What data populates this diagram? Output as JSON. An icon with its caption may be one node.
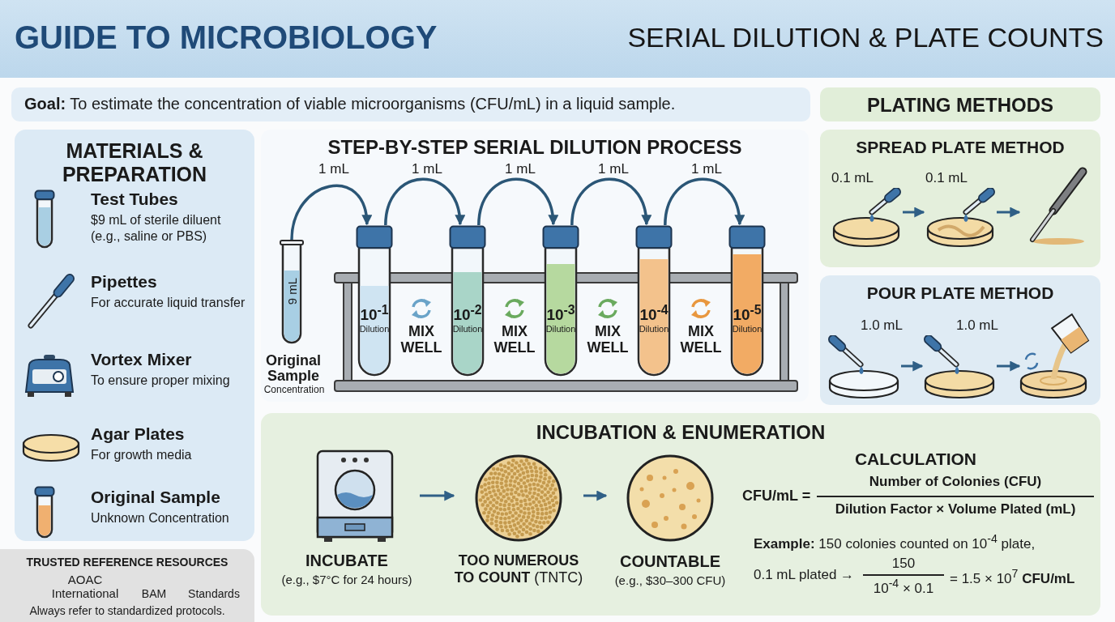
{
  "diagram": {
    "nodes": [
      {
        "text": [
          "GUIDE TO MICROBIOLOGY",
          "SERIAL DILUTION & PLATE COUNTS"
        ]
      },
      {
        "text": [
          "**Goal:** To estimate the concentration of viable microorganisms (CFU/mL) in a liquid sample."
        ]
      },
      {
        "text": [
          "MATERIALS & PREPARATION"
        ]
      },
      {
        "text": [
          "Test Tubes",
          "$9 mL of sterile diluent (e.g., saline or PBS)"
        ],
        "in": 2
      },
      {
        "text": [
          "Pipettes",
          "For accurate liquid transfer"
        ],
        "in": 2
      },
      {
        "text": [
          "Vortex Mixer",
          "To ensure proper mixing"
        ],
        "in": 2
      },
      {
        "text": [
          "Agar Plates",
          "For growth media"
        ],
        "in": 2
      },
      {
        "text": [
          "Original Sample",
          "Unknown Concentration"
        ],
        "in": 2
      },
      {
        "text": [
          "TRUSTED REFERENCE RESOURCES",
          "AOAC International",
          "BAM",
          "Standards",
          "Always refer to standardized protocols."
        ]
      },
      {
        "text": [
          "STEP-BY-STEP SERIAL DILUTION PROCESS"
        ]
      },
      {
        "text": [
          "9 mL"
        ],
        "beside": [
          "Original Sample",
          "Concentration"
        ],
        "in": 9
      },
      {
        "text": [
          "10$^{-1}$",
          "Dilution"
        ],
        "in": 9
      },
      {
        "text": [
          "10$^{-2}$",
          "Dilution"
        ],
        "in": 9
      },
      {
        "text": [
          "10$^{-3}$",
          "Dilution"
        ],
        "in": 9
      },
      {
        "text": [
          "10$^{-4}$",
          "Dilution"
        ],
        "in": 9
      },
      {
        "text": [
          "10$^{-5}$",
          "Dilution"
        ],
        "in": 9
      },
      {
        "text": [
          "PLATING METHODS"
        ]
      },
      {
        "text": [
          "SPREAD PLATE METHOD"
        ]
      },
      {
        "text": [],
        "shape": "picture",
        "beside": [
          "0.1 mL"
        ],
        "in": 17
      },
      {
        "text": [],
        "shape": "picture",
        "beside": [
          "0.1 mL"
        ],
        "in": 17
      },
      {
        "text": [],
        "shape": "picture",
        "in": 17
      },
      {
        "text": [
          "POUR PLATE METHOD"
        ]
      },
      {
        "text": [],
        "shape": "picture",
        "beside": [
          "1.0 mL"
        ],
        "in": 21
      },
      {
        "text": [],
        "shape": "picture",
        "beside": [
          "1.0 mL"
        ],
        "in": 21
      },
      {
        "text": [],
        "shape": "picture",
        "in": 21
      },
      {
        "text": [
          "INCUBATION & ENUMERATION"
        ]
      },
      {
        "text": [
          "INCUBATE",
          "(e.g., $7°C for 24 hours)"
        ],
        "in": 25
      },
      {
        "text": [
          "**TOO NUMEROUS TO COUNT** (TNTC)"
        ],
        "in": 25
      },
      {
        "text": [
          "COUNTABLE",
          "(e.g., $30–300 CFU)"
        ],
        "in": 25
      }
    ],
    "edges": [
      {
        "from": 10,
        "to": 11,
        "arrow": "to",
        "label": "1 mL"
      },
      {
        "from": 11,
        "to": 12,
        "arrow": "to",
        "label": "1 mL"
      },
      {
        "from": 12,
        "to": 13,
        "arrow": "to",
        "label": "1 mL"
      },
      {
        "from": 13,
        "to": 14,
        "arrow": "to",
        "label": "1 mL"
      },
      {
        "from": 14,
        "to": 15,
        "arrow": "to",
        "label": "1 mL"
      },
      {
        "from": 18,
        "to": 19,
        "arrow": "to"
      },
      {
        "from": 19,
        "to": 20,
        "arrow": "to"
      },
      {
        "from": 22,
        "to": 23,
        "arrow": "to"
      },
      {
        "from": 23,
        "to": 24,
        "arrow": "to"
      },
      {
        "from": 26,
        "to": 27,
        "arrow": "to"
      },
      {
        "from": 27,
        "to": 28,
        "arrow": "to"
      }
    ],
    "labels": [
      "MIX WELL",
      "MIX WELL",
      "MIX WELL",
      "MIX WELL",
      "CALCULATION",
      "CFU/mL =",
      "Number of Colonies (CFU)",
      "Dilution Factor × Volume Plated (mL)",
      "**Example:** 150 colonies counted on 10$^{-4}$ plate,",
      "0.1 mL plated →",
      "150",
      "10$^{-4}$ × 0.1",
      "= 1.5 × 10$^{7}$ **CFU/mL**"
    ]
  }
}
